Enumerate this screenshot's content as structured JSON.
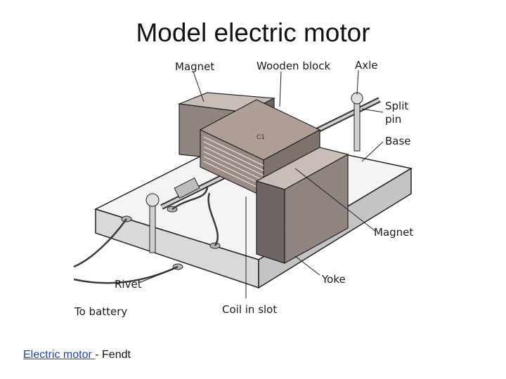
{
  "slide": {
    "title": "Model electric motor"
  },
  "diagram": {
    "labels": {
      "magnet_top": "Magnet",
      "wooden_block": "Wooden block",
      "axle": "Axle",
      "split": "Split",
      "pin": "pin",
      "base": "Base",
      "magnet_right": "Magnet",
      "yoke": "Yoke",
      "rivet": "Rivet",
      "to_battery": "To battery",
      "coil_in_slot": "Coil in slot"
    }
  },
  "footer": {
    "link_text": "Electric motor ",
    "suffix": " - Fendt"
  },
  "colors": {
    "link": "#1f3fbf"
  }
}
